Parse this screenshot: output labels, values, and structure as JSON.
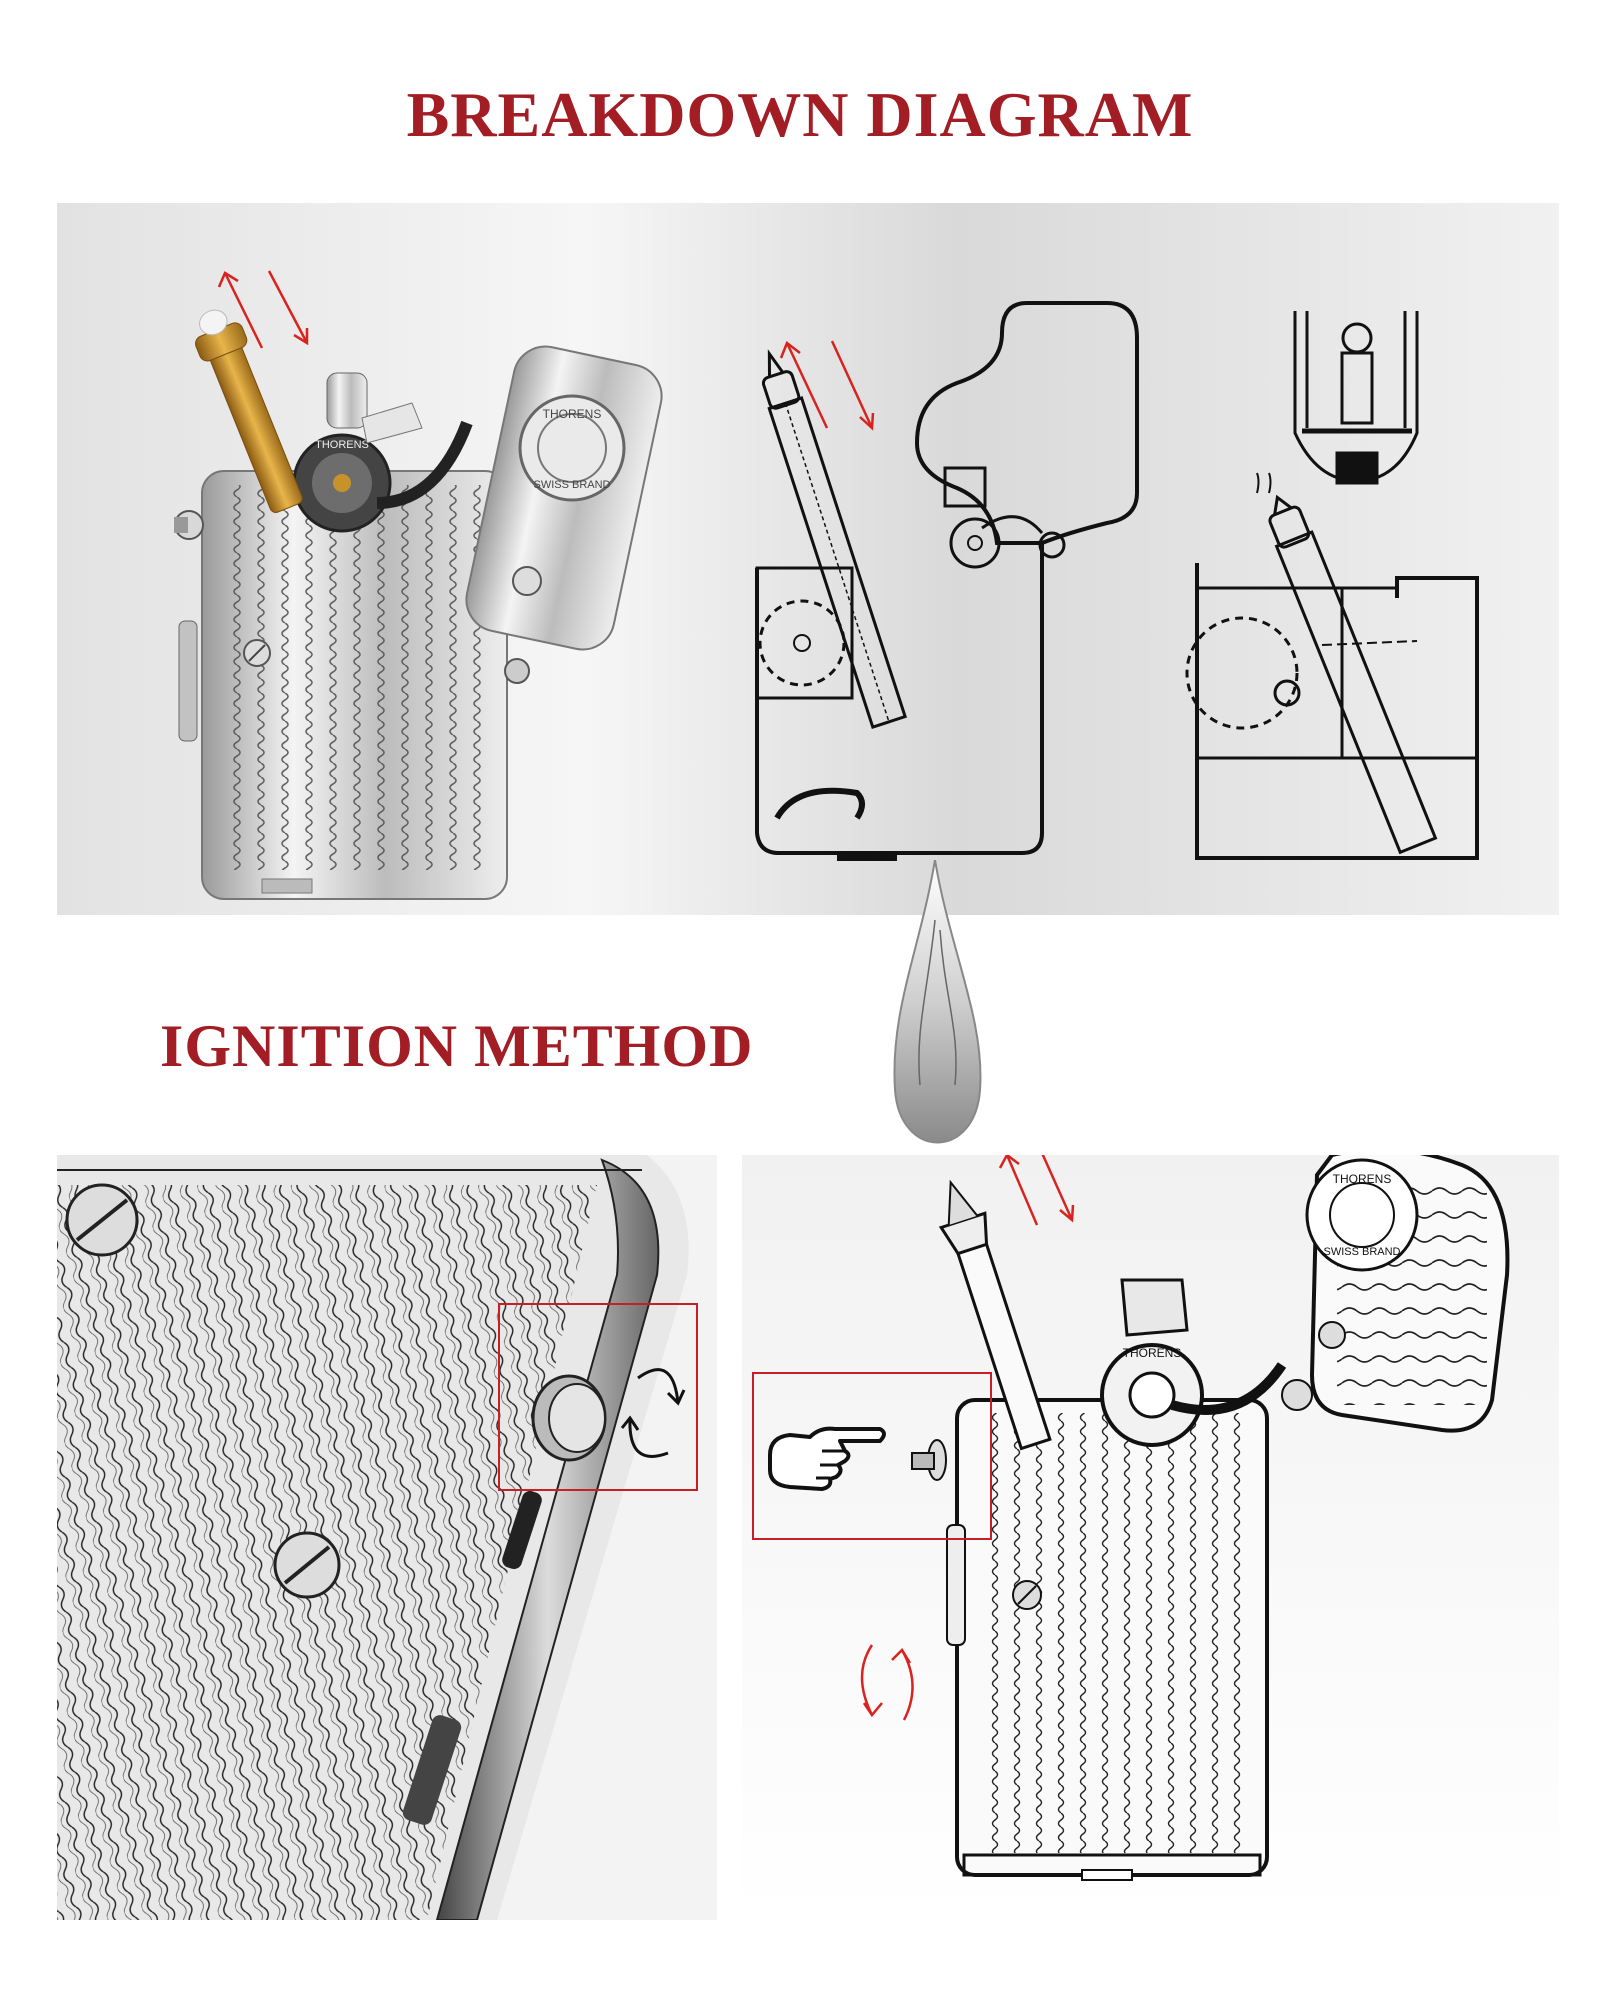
{
  "headings": {
    "breakdown": "BREAKDOWN DIAGRAM",
    "ignition": "IGNITION METHOD"
  },
  "engraving": {
    "brand_top": "THORENS",
    "brand_bottom": "SWISS BRAND",
    "collar": "THORENS"
  },
  "colors": {
    "heading": "#a31d24",
    "arrow": "#d8231f",
    "highlight_box": "#c42026",
    "ink": "#1a1a1a",
    "silver": "#c9c9c9",
    "brass": "#c8922a"
  },
  "icons": {
    "double_arrow": "double-arrow-icon",
    "rotate": "rotate-arrows-icon",
    "pointing_hand": "pointing-hand-icon",
    "flame": "flame-icon"
  }
}
